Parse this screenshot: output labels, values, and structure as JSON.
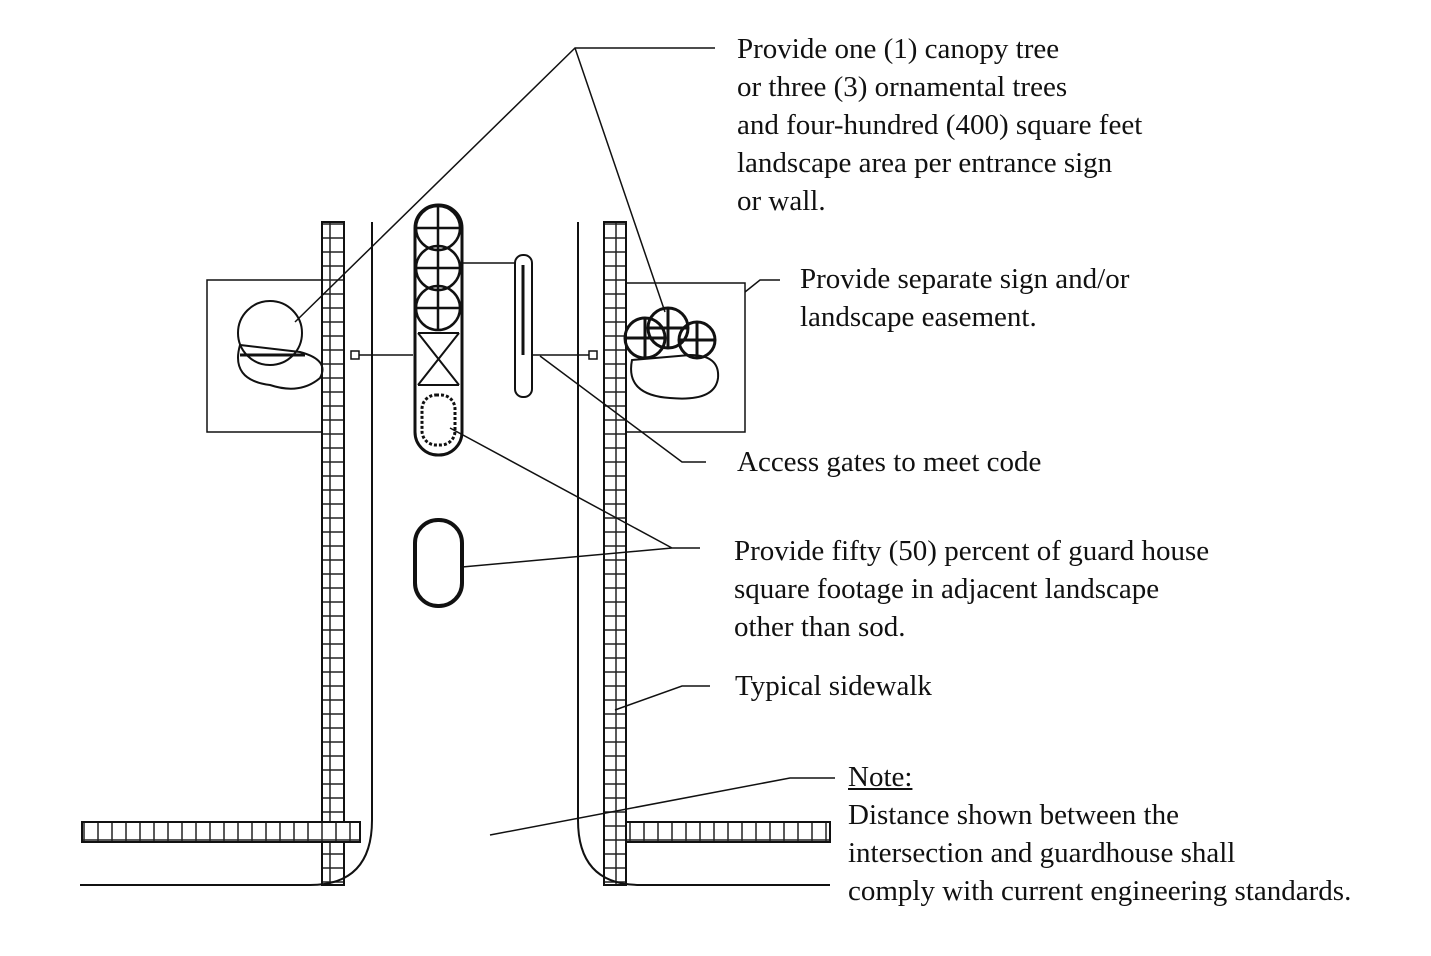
{
  "annotations": {
    "trees": [
      "Provide one (1) canopy tree",
      "or three (3) ornamental trees",
      "and four-hundred (400) square feet",
      "landscape area per entrance sign",
      "or wall."
    ],
    "easement": [
      "Provide separate sign and/or",
      "landscape easement."
    ],
    "gates": "Access gates to meet code",
    "guardhouse": [
      "Provide fifty (50) percent of guard house",
      "square footage in adjacent landscape",
      "other than sod."
    ],
    "sidewalk": "Typical sidewalk",
    "note_title": "Note:",
    "note": [
      "Distance shown between the",
      "intersection and guardhouse shall",
      "comply with current engineering standards."
    ]
  }
}
